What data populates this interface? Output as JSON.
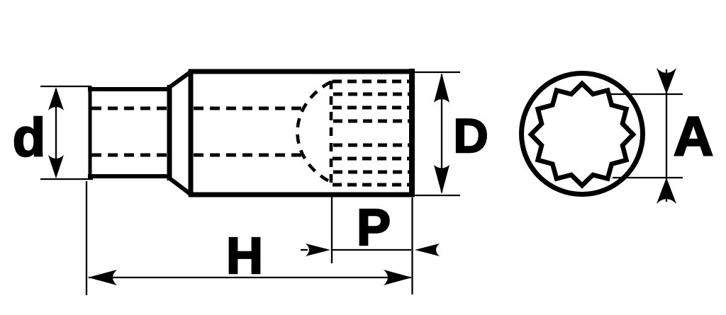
{
  "figure": {
    "background": "#ffffff",
    "line_color": "#000000",
    "kind": "socket-dimension-diagram",
    "dimension_labels": {
      "drive_end_diameter": "d",
      "body_outer_diameter": "D",
      "overall_length": "H",
      "broach_depth": "P",
      "across_flats": "A"
    }
  }
}
